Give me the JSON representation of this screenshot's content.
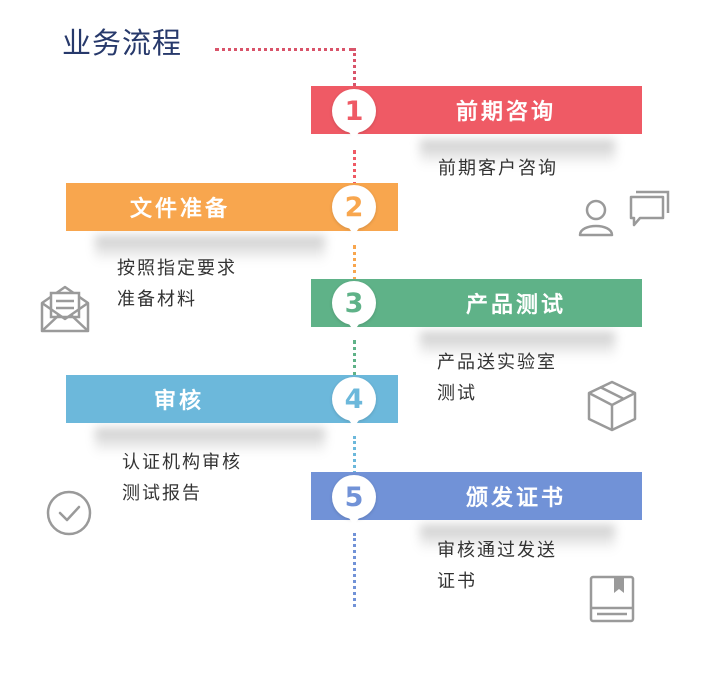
{
  "title": "业务流程",
  "colors": {
    "title": "#27396b",
    "step1": "#ef5a65",
    "step2": "#f8a64e",
    "step3": "#5fb288",
    "step4": "#6cb8db",
    "step5": "#7192d7",
    "icon": "#9a9a9a"
  },
  "steps": [
    {
      "number": "1",
      "label": "前期咨询",
      "desc": [
        "前期客户咨询"
      ],
      "icon": "person-chat-icon"
    },
    {
      "number": "2",
      "label": "文件准备",
      "desc": [
        "按照指定要求",
        "准备材料"
      ],
      "icon": "envelope-icon"
    },
    {
      "number": "3",
      "label": "产品测试",
      "desc": [
        "产品送实验室",
        "测试"
      ],
      "icon": "box-icon"
    },
    {
      "number": "4",
      "label": "审核",
      "desc": [
        "认证机构审核",
        "测试报告"
      ],
      "icon": "check-circle-icon"
    },
    {
      "number": "5",
      "label": "颁发证书",
      "desc": [
        "审核通过发送",
        "证书"
      ],
      "icon": "book-icon"
    }
  ]
}
